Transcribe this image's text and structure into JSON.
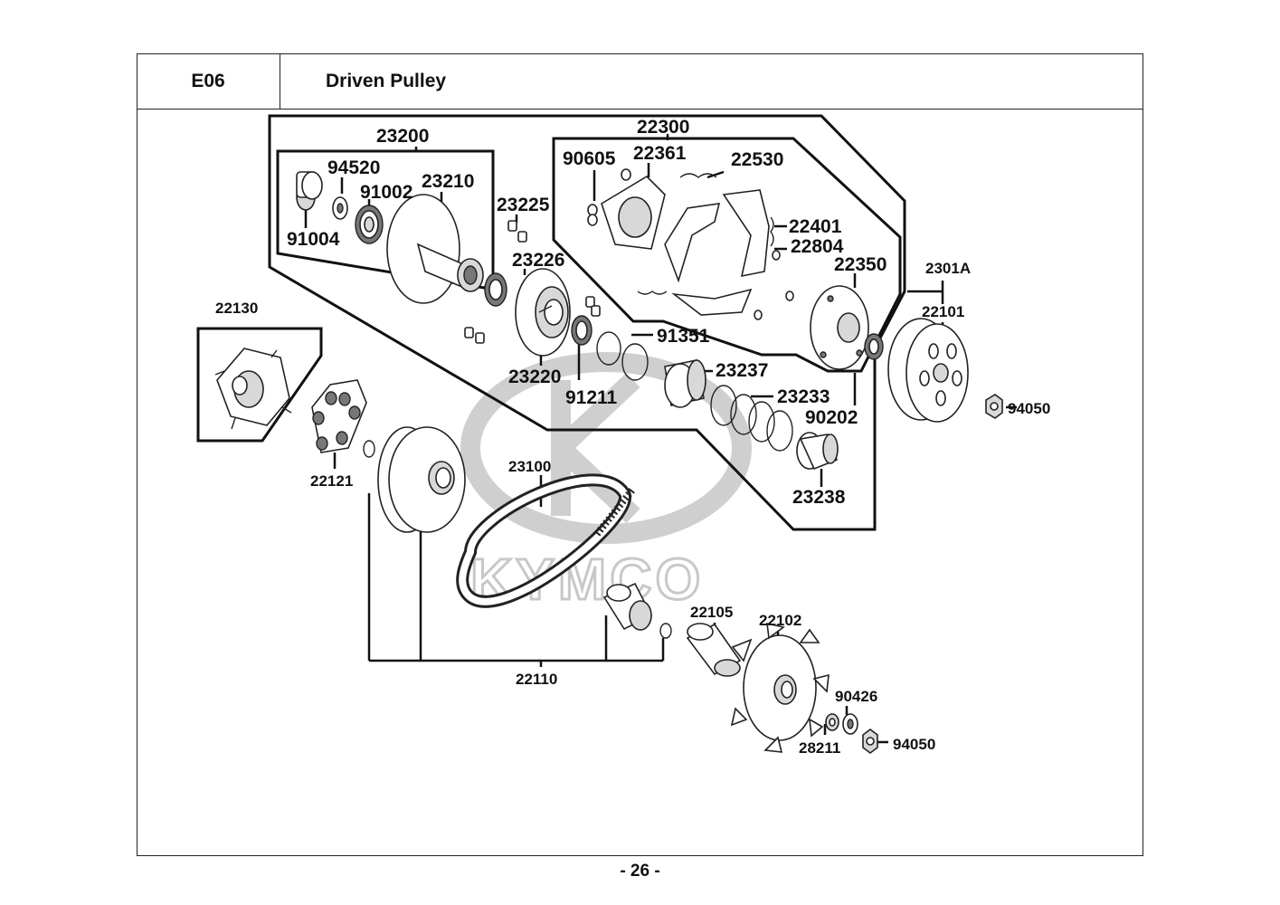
{
  "header": {
    "section_code": "E06",
    "section_title": "Driven Pulley"
  },
  "watermark": {
    "text": "KYMCO"
  },
  "footer": {
    "page_number": "- 26 -"
  },
  "group_labels": {
    "g22300": "22300",
    "g23200": "23200",
    "g22130": "22130",
    "g22110": "22110",
    "g2301A": "2301A"
  },
  "part_labels": {
    "p94520": "94520",
    "p91002": "91002",
    "p23210": "23210",
    "p91004": "91004",
    "p23225": "23225",
    "p23226": "23226",
    "p90605": "90605",
    "p22361": "22361",
    "p22530": "22530",
    "p22401": "22401",
    "p22804": "22804",
    "p22350": "22350",
    "p22101": "22101",
    "p94050a": "94050",
    "p91351": "91351",
    "p23220": "23220",
    "p91211": "91211",
    "p23237": "23237",
    "p23233": "23233",
    "p90202": "90202",
    "p23238": "23238",
    "p23100": "23100",
    "p22121": "22121",
    "p22105": "22105",
    "p22102": "22102",
    "p90426": "90426",
    "p28211": "28211",
    "p94050b": "94050"
  }
}
